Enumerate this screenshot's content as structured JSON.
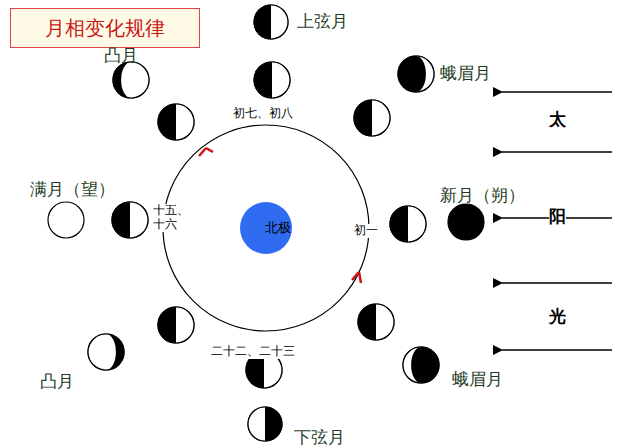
{
  "diagram": {
    "title": "月相变化规律",
    "nodes": [
      {
        "text": [
          "北极"
        ]
      }
    ],
    "labels": [
      "上弦月",
      "蛾眉月",
      "新月（朔）",
      "蛾眉月",
      "下弦月",
      "凸月",
      "满月（望）",
      "凸月",
      "初七、初八",
      "十五、十六",
      "初一",
      "二十二、二十三",
      "太",
      "阳",
      "光"
    ]
  }
}
